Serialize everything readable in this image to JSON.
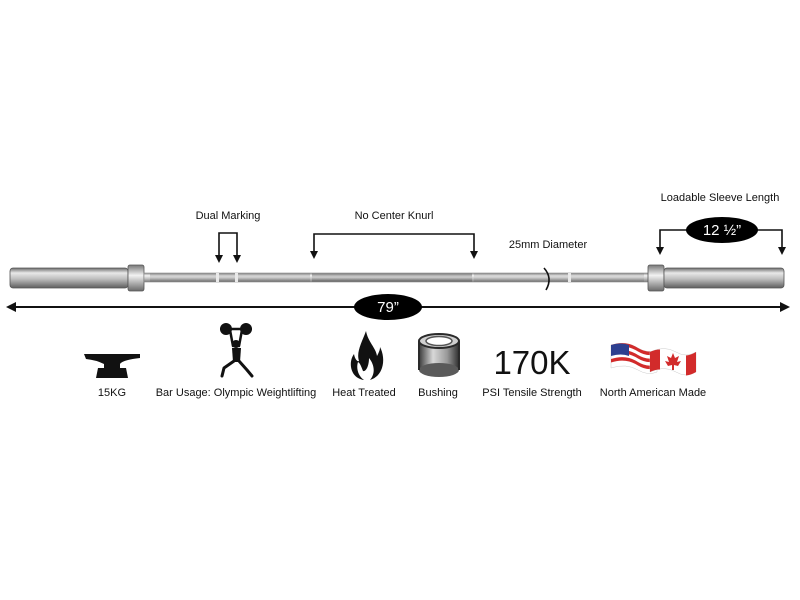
{
  "colors": {
    "ink": "#111111",
    "bar_light": "#e4e4e4",
    "bar_mid": "#b9b9b9",
    "bar_dark": "#5a5a5a",
    "knurl": "#4a4a4a",
    "pill": "#000000",
    "flag_red": "#d22b2b",
    "flag_blue": "#2d3f8f"
  },
  "callouts": {
    "dual_marking": "Dual Marking",
    "no_center_knurl": "No Center Knurl",
    "diameter": "25mm Diameter",
    "sleeve_length": "Loadable Sleeve Length",
    "sleeve_value": "12 ½”",
    "total_length": "79”"
  },
  "features": [
    {
      "icon": "anvil-icon",
      "label": "15KG"
    },
    {
      "icon": "weightlifter-icon",
      "label": "Bar Usage: Olympic Weightlifting"
    },
    {
      "icon": "flame-icon",
      "label": "Heat Treated"
    },
    {
      "icon": "bushing-icon",
      "label": "Bushing"
    },
    {
      "icon": "none",
      "big_text": "170K",
      "label": "PSI Tensile Strength"
    },
    {
      "icon": "us-canada-flags-icon",
      "label": "North American Made"
    }
  ]
}
